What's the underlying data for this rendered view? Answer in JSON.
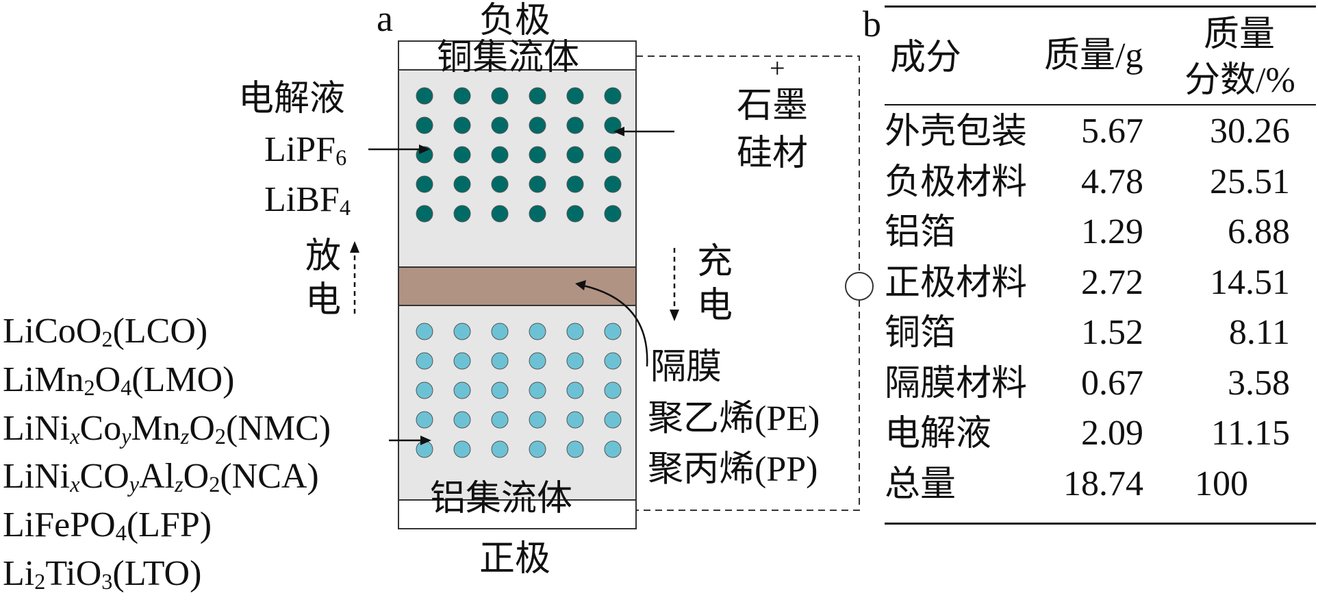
{
  "panel_a": {
    "letter": "a",
    "anode_title": "负极",
    "cu_collector": "铜集流体",
    "al_collector": "铝集流体",
    "cathode_title": "正极",
    "plus_sign": "+",
    "anode_material_line1": "石墨",
    "anode_material_line2": "硅材",
    "electrolyte_title": "电解液",
    "electrolyte_salts": [
      {
        "base": "LiPF",
        "sub": "6"
      },
      {
        "base": "LiBF",
        "sub": "4"
      }
    ],
    "discharge_line1": "放",
    "discharge_line2": "电",
    "charge_line1": "充",
    "charge_line2": "电",
    "separator_title": "隔膜",
    "separator_materials": [
      "聚乙烯(PE)",
      "聚丙烯(PP)"
    ],
    "cathode_materials": [
      [
        {
          "t": "LiCoO"
        },
        {
          "s": "2"
        },
        {
          "t": "(LCO)"
        }
      ],
      [
        {
          "t": "LiMn"
        },
        {
          "s": "2"
        },
        {
          "t": "O"
        },
        {
          "s": "4"
        },
        {
          "t": "(LMO)"
        }
      ],
      [
        {
          "t": "LiNi"
        },
        {
          "si": "x"
        },
        {
          "t": "Co"
        },
        {
          "si": "y"
        },
        {
          "t": "Mn"
        },
        {
          "si": "z"
        },
        {
          "t": "O"
        },
        {
          "s": "2"
        },
        {
          "t": "(NMC)"
        }
      ],
      [
        {
          "t": "LiNi"
        },
        {
          "si": "x"
        },
        {
          "t": "CO"
        },
        {
          "si": "y"
        },
        {
          "t": "Al"
        },
        {
          "si": "z"
        },
        {
          "t": "O"
        },
        {
          "s": "2"
        },
        {
          "t": "(NCA)"
        }
      ],
      [
        {
          "t": "LiFePO"
        },
        {
          "s": "4"
        },
        {
          "t": "(LFP)"
        }
      ],
      [
        {
          "t": "Li"
        },
        {
          "s": "2"
        },
        {
          "t": "TiO"
        },
        {
          "s": "3"
        },
        {
          "t": "(LTO)"
        }
      ]
    ],
    "colors": {
      "anode_particle": "#006b66",
      "cathode_particle": "#6cc2d4",
      "electrode_fill": "#e6e6e6",
      "separator_fill": "#b09383"
    }
  },
  "panel_b": {
    "letter": "b",
    "headers": {
      "component": "成分",
      "mass": "质量/g",
      "fraction_line1": "质量",
      "fraction_line2": "分数/%"
    },
    "rows": [
      {
        "name": "外壳包装",
        "mass": "5.67",
        "fraction": "30.26"
      },
      {
        "name": "负极材料",
        "mass": "4.78",
        "fraction": "25.51"
      },
      {
        "name": "铝箔",
        "mass": "1.29",
        "fraction": "6.88"
      },
      {
        "name": "正极材料",
        "mass": "2.72",
        "fraction": "14.51"
      },
      {
        "name": "铜箔",
        "mass": "1.52",
        "fraction": "8.11"
      },
      {
        "name": "隔膜材料",
        "mass": "0.67",
        "fraction": "3.58"
      },
      {
        "name": "电解液",
        "mass": "2.09",
        "fraction": "11.15"
      },
      {
        "name": "总量",
        "mass": "18.74",
        "fraction": "100"
      }
    ]
  }
}
